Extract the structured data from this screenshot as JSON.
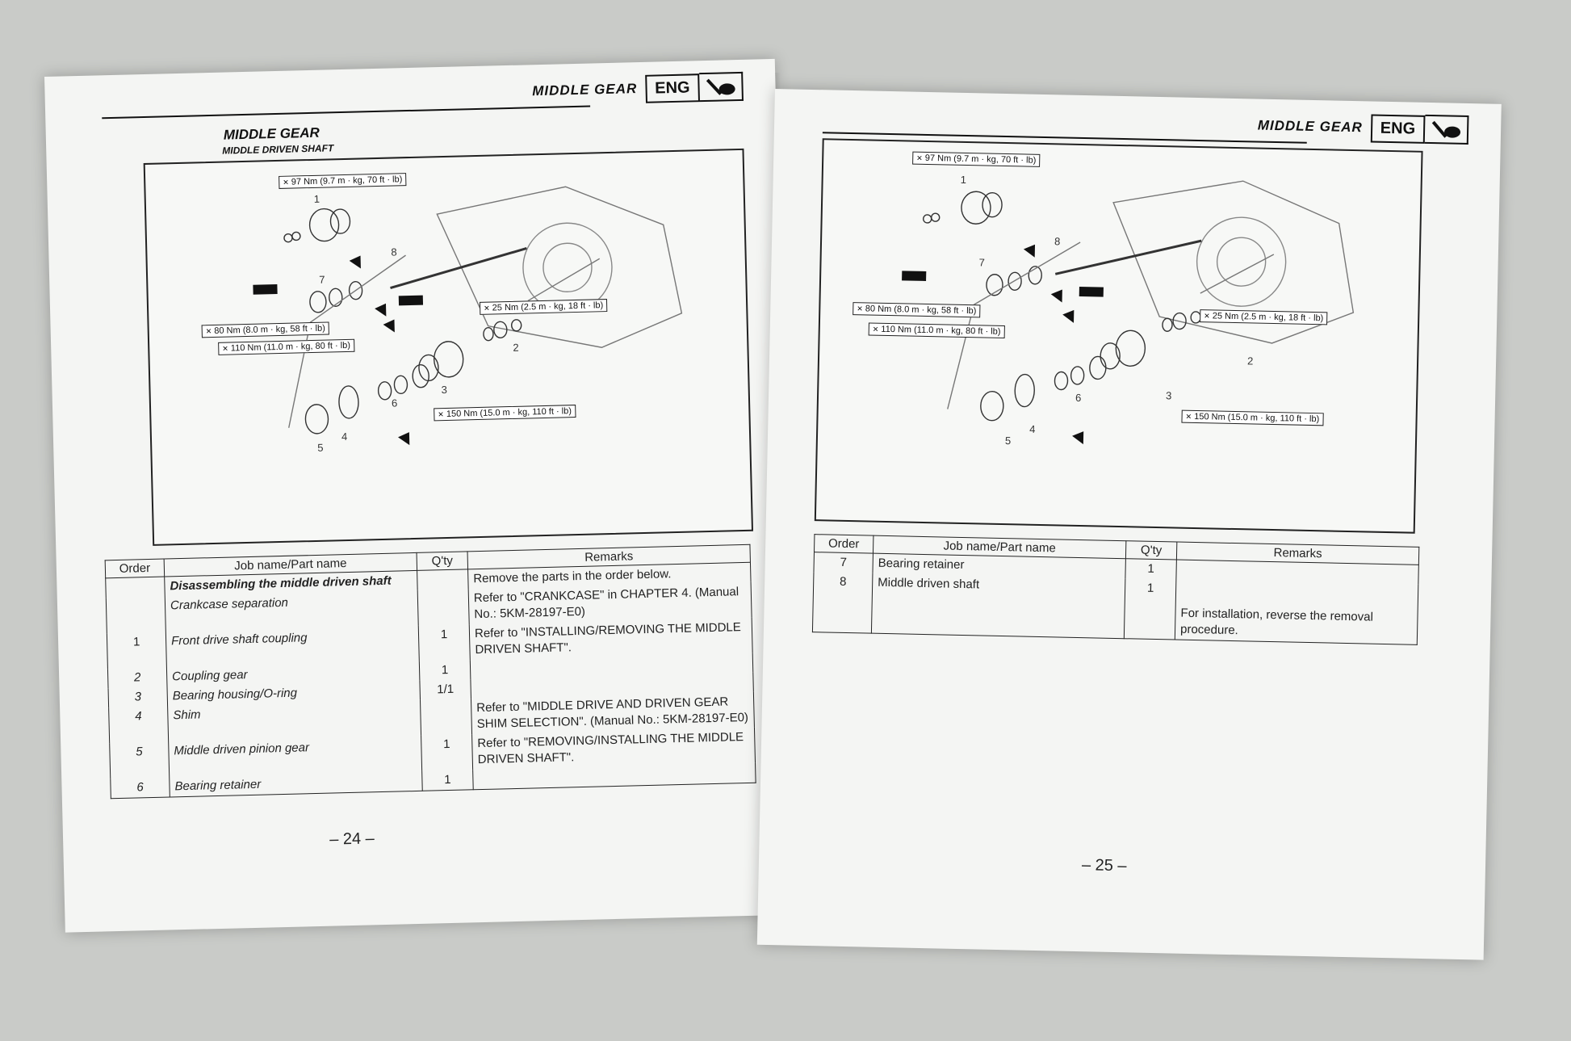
{
  "header": {
    "title": "MIDDLE GEAR",
    "badge": "ENG"
  },
  "left_page": {
    "section_title": "MIDDLE GEAR",
    "section_subtitle": "MIDDLE DRIVEN SHAFT",
    "torques": [
      "97 Nm (9.7 m · kg, 70 ft · lb)",
      "80 Nm (8.0 m · kg, 58 ft · lb)",
      "110 Nm (11.0 m · kg, 80 ft · lb)",
      "25 Nm (2.5 m · kg, 18 ft · lb)",
      "150 Nm (15.0 m · kg, 110 ft · lb)"
    ],
    "callouts": [
      "1",
      "2",
      "3",
      "4",
      "5",
      "6",
      "7",
      "8"
    ],
    "table": {
      "headers": [
        "Order",
        "Job name/Part name",
        "Q'ty",
        "Remarks"
      ],
      "rows": [
        {
          "order": "",
          "name": "Disassembling the middle driven shaft",
          "qty": "",
          "remarks": "Remove the parts in the order below."
        },
        {
          "order": "",
          "name": "Crankcase separation",
          "qty": "",
          "remarks": "Refer to \"CRANKCASE\" in CHAPTER 4. (Manual No.: 5KM-28197-E0)"
        },
        {
          "order": "1",
          "name": "Front drive shaft coupling",
          "qty": "1",
          "remarks": "Refer to \"INSTALLING/REMOVING THE MIDDLE DRIVEN SHAFT\"."
        },
        {
          "order": "2",
          "name": "Coupling gear",
          "qty": "1",
          "remarks": ""
        },
        {
          "order": "3",
          "name": "Bearing housing/O-ring",
          "qty": "1/1",
          "remarks": ""
        },
        {
          "order": "4",
          "name": "Shim",
          "qty": "",
          "remarks": "Refer to \"MIDDLE DRIVE AND DRIVEN GEAR SHIM SELECTION\". (Manual No.: 5KM-28197-E0)"
        },
        {
          "order": "5",
          "name": "Middle driven pinion gear",
          "qty": "1",
          "remarks": "Refer to \"REMOVING/INSTALLING THE MIDDLE DRIVEN SHAFT\"."
        },
        {
          "order": "6",
          "name": "Bearing retainer",
          "qty": "1",
          "remarks": ""
        }
      ]
    },
    "page_number": "– 24 –"
  },
  "right_page": {
    "torques": [
      "97 Nm (9.7 m · kg, 70 ft · lb)",
      "80 Nm (8.0 m · kg, 58 ft · lb)",
      "110 Nm (11.0 m · kg, 80 ft · lb)",
      "25 Nm (2.5 m · kg, 18 ft · lb)",
      "150 Nm (15.0 m · kg, 110 ft · lb)"
    ],
    "callouts": [
      "1",
      "2",
      "3",
      "4",
      "5",
      "6",
      "7",
      "8"
    ],
    "table": {
      "headers": [
        "Order",
        "Job name/Part name",
        "Q'ty",
        "Remarks"
      ],
      "rows": [
        {
          "order": "7",
          "name": "Bearing retainer",
          "qty": "1",
          "remarks": ""
        },
        {
          "order": "8",
          "name": "Middle driven shaft",
          "qty": "1",
          "remarks": "For installation, reverse the removal procedure."
        }
      ]
    },
    "page_number": "– 25 –"
  },
  "icons": [
    "wrench-icon",
    "torque-icon",
    "lock-tite-icon",
    "lubricant-icon",
    "engine-oil-icon"
  ]
}
